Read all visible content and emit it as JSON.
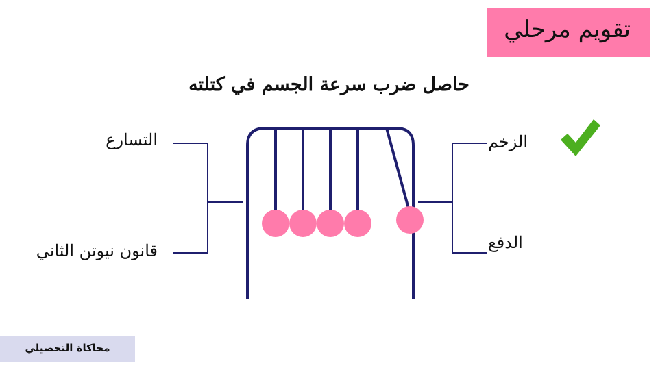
{
  "header": {
    "badge_label": "تقويم مرحلي"
  },
  "question": "حاصل ضرب سرعة الجسم في كتلته",
  "options": {
    "right_top": "الزخم",
    "right_bottom": "الدفع",
    "left_top": "التسارع",
    "left_bottom": "قانون نيوتن الثاني"
  },
  "correct_answer": "الزخم",
  "footer": {
    "label": "محاكاة التحصيلي"
  },
  "colors": {
    "frame": "#1f1f6e",
    "ball": "#ff7bab",
    "badge": "#ff7bab",
    "check": "#4caf1f",
    "footer_bg": "#d9daee"
  },
  "icons": {
    "correct_mark": "checkmark-icon"
  }
}
